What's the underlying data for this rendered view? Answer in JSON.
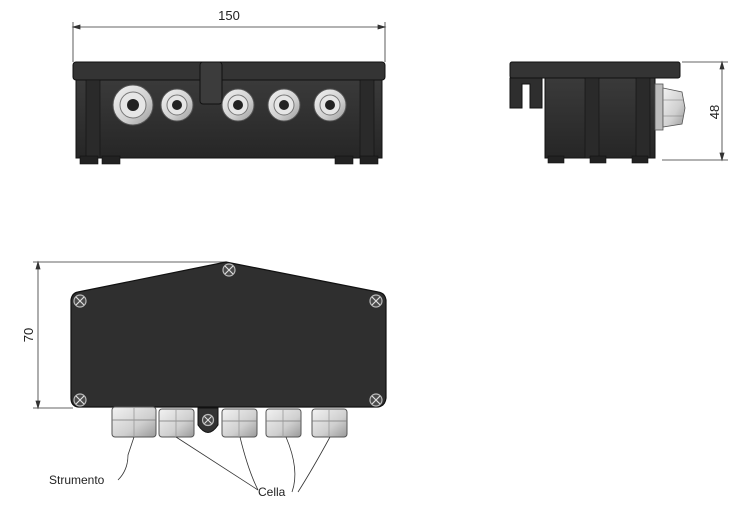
{
  "dimensions": {
    "width": "150",
    "height": "48",
    "depth": "70"
  },
  "labels": {
    "instrument": "Strumento",
    "cell": "Cella"
  },
  "colors": {
    "housing": "#2e2e2e",
    "housing_edge": "#111111",
    "gland": "#d9d9d9",
    "gland_shadow": "#a8a8a8",
    "line": "#333333"
  }
}
